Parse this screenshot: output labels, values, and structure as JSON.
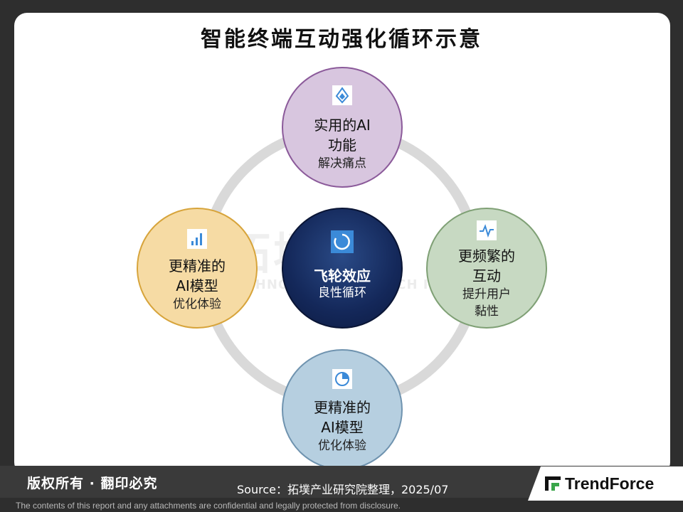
{
  "title": "智能终端互动强化循环示意",
  "nodes": {
    "top": {
      "icon": "diamond-drop-icon",
      "main": "实用的AI\n功能",
      "sub": "解决痛点"
    },
    "left": {
      "icon": "bar-chart-icon",
      "main": "更精准的\nAI模型",
      "sub": "优化体验"
    },
    "right": {
      "icon": "activity-pulse-icon",
      "main": "更频繁的\n互动",
      "sub": "提升用户\n黏性"
    },
    "bottom": {
      "icon": "pie-chart-icon",
      "main": "更精准的\nAI模型",
      "sub": "优化体验"
    },
    "center": {
      "icon": "loop-icon",
      "main": "飞轮效应",
      "sub": "良性循环"
    }
  },
  "watermark": {
    "cn": "拓墣",
    "en": "TECHNOLOGY RESEARCH INSTITUTE"
  },
  "footer": {
    "rights": "版权所有 · 翻印必究",
    "source": "Source：拓墣产业研究院整理，2025/07",
    "logo": "TrendForce",
    "disclaimer": "The contents of this report and any attachments are confidential and legally protected from disclosure."
  },
  "colors": {
    "top_fill": "#d8c6df",
    "left_fill": "#f6dba4",
    "right_fill": "#c7d9c2",
    "bottom_fill": "#b6cfe0",
    "center_fill": "#14285a",
    "ring": "#d9d9d9"
  }
}
